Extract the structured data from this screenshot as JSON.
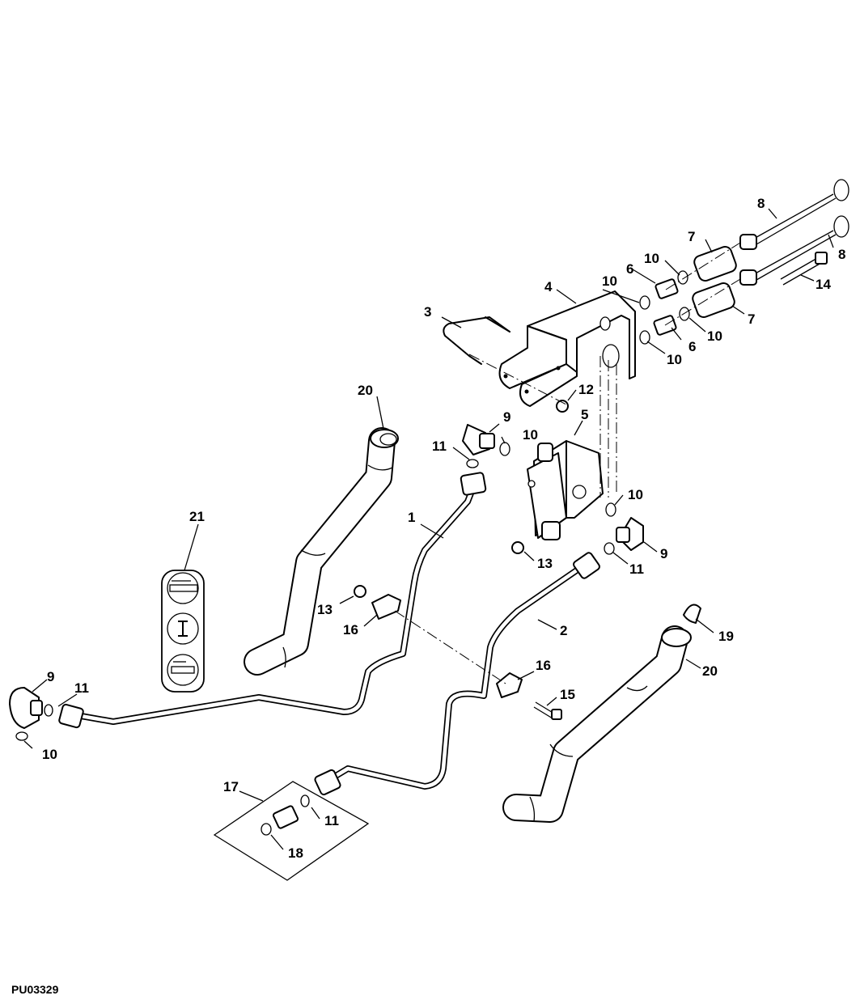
{
  "figure_id": "PU03329",
  "callouts": [
    {
      "id": "c-1",
      "text": "1"
    },
    {
      "id": "c-2",
      "text": "2"
    },
    {
      "id": "c-3",
      "text": "3"
    },
    {
      "id": "c-4",
      "text": "4"
    },
    {
      "id": "c-5",
      "text": "5"
    },
    {
      "id": "c-6a",
      "text": "6"
    },
    {
      "id": "c-6b",
      "text": "6"
    },
    {
      "id": "c-7a",
      "text": "7"
    },
    {
      "id": "c-7b",
      "text": "7"
    },
    {
      "id": "c-8a",
      "text": "8"
    },
    {
      "id": "c-8b",
      "text": "8"
    },
    {
      "id": "c-9a",
      "text": "9"
    },
    {
      "id": "c-9b",
      "text": "9"
    },
    {
      "id": "c-9c",
      "text": "9"
    },
    {
      "id": "c-10a",
      "text": "10"
    },
    {
      "id": "c-10b",
      "text": "10"
    },
    {
      "id": "c-10c",
      "text": "10"
    },
    {
      "id": "c-10d",
      "text": "10"
    },
    {
      "id": "c-10e",
      "text": "10"
    },
    {
      "id": "c-10f",
      "text": "10"
    },
    {
      "id": "c-10g",
      "text": "10"
    },
    {
      "id": "c-11a",
      "text": "11"
    },
    {
      "id": "c-11b",
      "text": "11"
    },
    {
      "id": "c-11c",
      "text": "11"
    },
    {
      "id": "c-11d",
      "text": "11"
    },
    {
      "id": "c-12",
      "text": "12"
    },
    {
      "id": "c-13a",
      "text": "13"
    },
    {
      "id": "c-13b",
      "text": "13"
    },
    {
      "id": "c-14",
      "text": "14"
    },
    {
      "id": "c-15",
      "text": "15"
    },
    {
      "id": "c-16a",
      "text": "16"
    },
    {
      "id": "c-16b",
      "text": "16"
    },
    {
      "id": "c-17",
      "text": "17"
    },
    {
      "id": "c-18",
      "text": "18"
    },
    {
      "id": "c-19",
      "text": "19"
    },
    {
      "id": "c-20a",
      "text": "20"
    },
    {
      "id": "c-20b",
      "text": "20"
    },
    {
      "id": "c-21",
      "text": "21"
    }
  ],
  "decal_symbols": [
    "hydraulic-cylinder-extend",
    "roman-numeral-one",
    "hydraulic-cylinder-retract"
  ]
}
